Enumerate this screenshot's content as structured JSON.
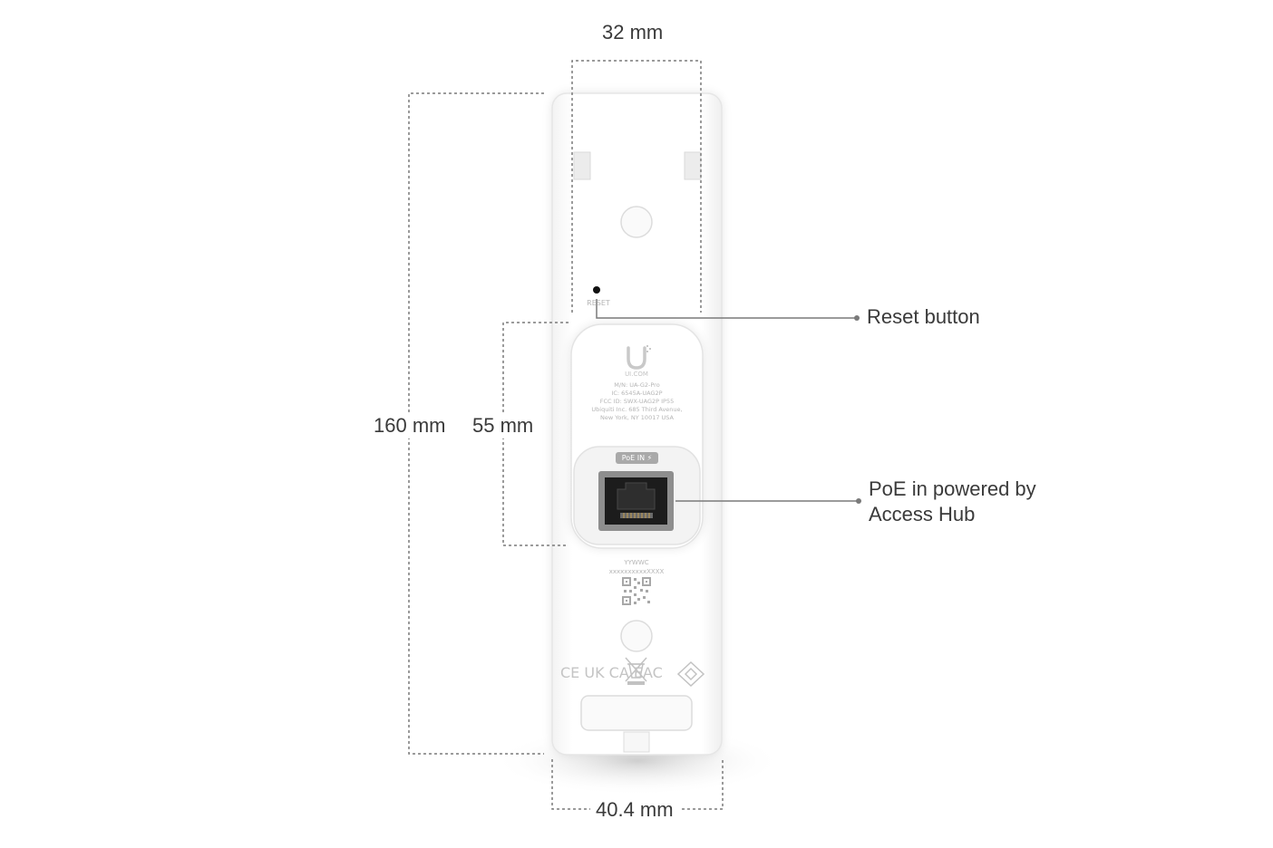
{
  "dimensions": {
    "top_width": "32 mm",
    "height": "160 mm",
    "module_height": "55 mm",
    "bottom_width": "40.4 mm"
  },
  "callouts": {
    "reset": "Reset button",
    "poe_line1": "PoE in powered by",
    "poe_line2": "Access Hub"
  },
  "device": {
    "reset_text": "RESET",
    "brand": "UI.COM",
    "label_lines": [
      "M/N: UA-G2-Pro",
      "IC: 6545A-UAG2P",
      "FCC ID: SWX-UAG2P    IP55",
      "Ubiquiti Inc. 685 Third Avenue,",
      "New York, NY 10017 USA"
    ],
    "poe_badge": "PoE IN",
    "serial_line1": "YYWWC",
    "serial_line2": "xxxxxxxxxxXXXX",
    "cert_text": "CE  UK CA  EAC"
  },
  "colors": {
    "line": "#7a7a7a",
    "device_body": "#ffffff",
    "port_housing": "#8e8e8e",
    "port_inner": "#1c1c1c"
  }
}
